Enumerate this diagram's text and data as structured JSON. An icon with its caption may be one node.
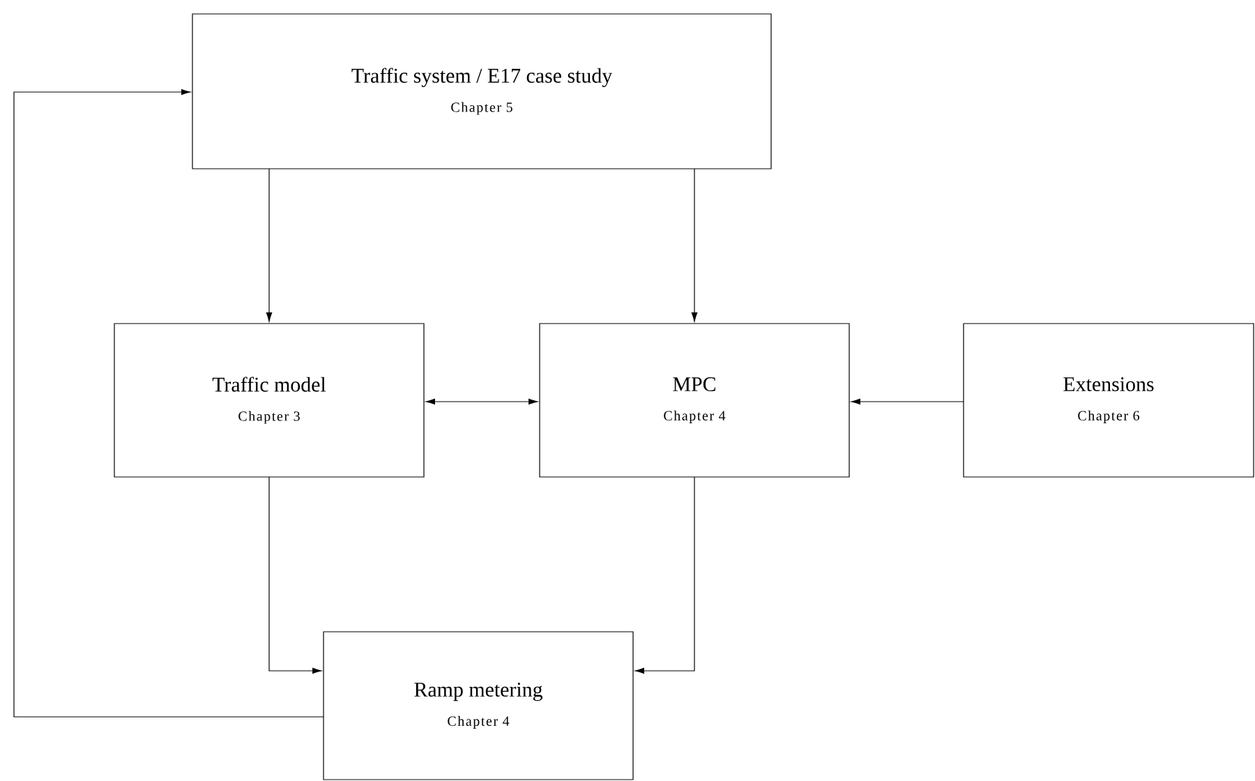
{
  "diagram": {
    "nodes": [
      {
        "text": [
          "Traffic system / E17 case study",
          "Chapter 5"
        ]
      },
      {
        "text": [
          "Traffic model",
          "Chapter 3"
        ]
      },
      {
        "text": [
          "MPC",
          "Chapter 4"
        ]
      },
      {
        "text": [
          "Extensions",
          "Chapter 6"
        ]
      },
      {
        "text": [
          "Ramp metering",
          "Chapter 4"
        ]
      }
    ],
    "edges": [
      {
        "from": 0,
        "to": 1,
        "arrow": "to"
      },
      {
        "from": 0,
        "to": 2,
        "arrow": "to"
      },
      {
        "from": 1,
        "to": 2,
        "arrow": "both"
      },
      {
        "from": 3,
        "to": 2,
        "arrow": "to"
      },
      {
        "from": 1,
        "to": 4,
        "arrow": "to"
      },
      {
        "from": 2,
        "to": 4,
        "arrow": "to"
      },
      {
        "from": 4,
        "to": 0,
        "arrow": "to"
      }
    ]
  }
}
